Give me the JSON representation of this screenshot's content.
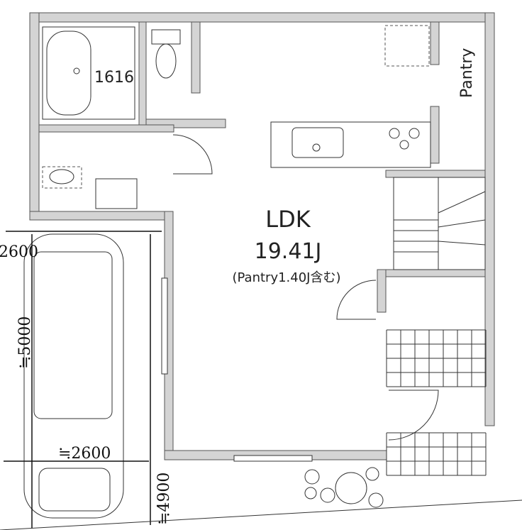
{
  "rooms": {
    "bath_label": "1616",
    "pantry_label": "Pantry",
    "ldk_label": "LDK",
    "ldk_area": "19.41J",
    "ldk_note": "(Pantry1.40J含む)"
  },
  "dimensions": {
    "parking_width_top": "2600",
    "parking_length": "≒5000",
    "parking_width_bottom": "≒2600",
    "parking_depth": "≒4900"
  }
}
